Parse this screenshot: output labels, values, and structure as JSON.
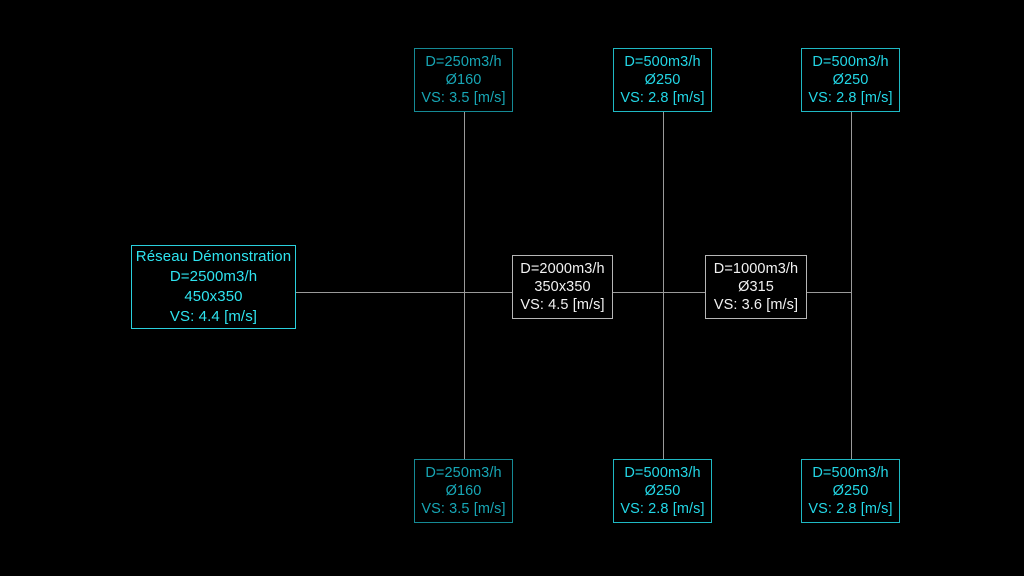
{
  "diagram": {
    "title": "Réseau Démonstration",
    "background_color": "#000000",
    "colors": {
      "branch_cyan": "#23d7e6",
      "branch_cyan_dim": "#17a6b5",
      "trunk_white": "#f2f2f2",
      "line_gray": "#9a9a9a"
    },
    "nodes": [
      {
        "id": "source",
        "role": "root",
        "style": "root",
        "lines": [
          "Réseau Démonstration",
          "D=2500m3/h",
          "450x350",
          "VS: 4.4 [m/s]"
        ],
        "flow": "D=2500m3/h",
        "size": "450x350",
        "velocity": "VS: 4.4 [m/s]"
      },
      {
        "id": "branch-top-1",
        "role": "branch",
        "style": "dim",
        "lines": [
          "D=250m3/h",
          "Ø160",
          "VS: 3.5 [m/s]"
        ],
        "flow": "D=250m3/h",
        "size": "Ø160",
        "velocity": "VS: 3.5 [m/s]"
      },
      {
        "id": "branch-top-2",
        "role": "branch",
        "style": "cyan",
        "lines": [
          "D=500m3/h",
          "Ø250",
          "VS: 2.8 [m/s]"
        ],
        "flow": "D=500m3/h",
        "size": "Ø250",
        "velocity": "VS: 2.8 [m/s]"
      },
      {
        "id": "branch-top-3",
        "role": "branch",
        "style": "cyan",
        "lines": [
          "D=500m3/h",
          "Ø250",
          "VS: 2.8 [m/s]"
        ],
        "flow": "D=500m3/h",
        "size": "Ø250",
        "velocity": "VS: 2.8 [m/s]"
      },
      {
        "id": "trunk-1",
        "role": "trunk",
        "style": "trunk",
        "lines": [
          "D=2000m3/h",
          "350x350",
          "VS: 4.5 [m/s]"
        ],
        "flow": "D=2000m3/h",
        "size": "350x350",
        "velocity": "VS: 4.5 [m/s]"
      },
      {
        "id": "trunk-2",
        "role": "trunk",
        "style": "trunk",
        "lines": [
          "D=1000m3/h",
          "Ø315",
          "VS: 3.6 [m/s]"
        ],
        "flow": "D=1000m3/h",
        "size": "Ø315",
        "velocity": "VS: 3.6 [m/s]"
      },
      {
        "id": "branch-bottom-1",
        "role": "branch",
        "style": "dim",
        "lines": [
          "D=250m3/h",
          "Ø160",
          "VS: 3.5 [m/s]"
        ],
        "flow": "D=250m3/h",
        "size": "Ø160",
        "velocity": "VS: 3.5 [m/s]"
      },
      {
        "id": "branch-bottom-2",
        "role": "branch",
        "style": "cyan",
        "lines": [
          "D=500m3/h",
          "Ø250",
          "VS: 2.8 [m/s]"
        ],
        "flow": "D=500m3/h",
        "size": "Ø250",
        "velocity": "VS: 2.8 [m/s]"
      },
      {
        "id": "branch-bottom-3",
        "role": "branch",
        "style": "cyan",
        "lines": [
          "D=500m3/h",
          "Ø250",
          "VS: 2.8 [m/s]"
        ],
        "flow": "D=500m3/h",
        "size": "Ø250",
        "velocity": "VS: 2.8 [m/s]"
      }
    ]
  }
}
